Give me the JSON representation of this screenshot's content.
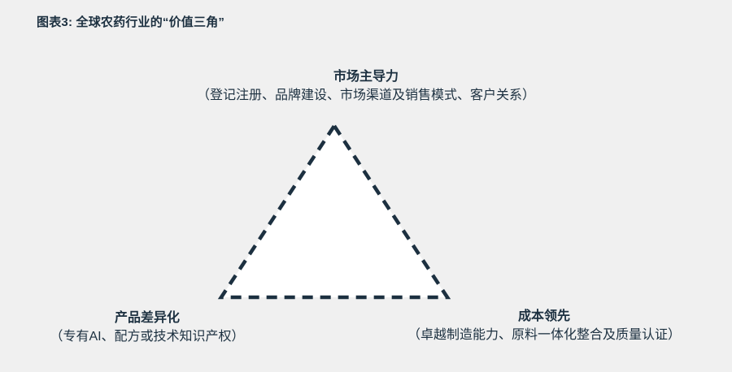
{
  "chart": {
    "title": "图表3: 全球农药行业的“价值三角”",
    "type": "diagram",
    "shape": "dashed-triangle",
    "background_color": "#f0f0f0",
    "shape_fill_color": "#ffffff",
    "shape_stroke_color": "#1c3040",
    "text_color": "#1c3040"
  },
  "vertices": {
    "top": {
      "heading": "市场主导力",
      "detail": "（登记注册、品牌建设、市场渠道及销售模式、客户关系）"
    },
    "bottom_left": {
      "heading": "产品差异化",
      "detail": "（专有AI、配方或技术知识产权）"
    },
    "bottom_right": {
      "heading": "成本领先",
      "detail": "（卓越制造能力、原料一体化整合及质量认证）"
    }
  }
}
